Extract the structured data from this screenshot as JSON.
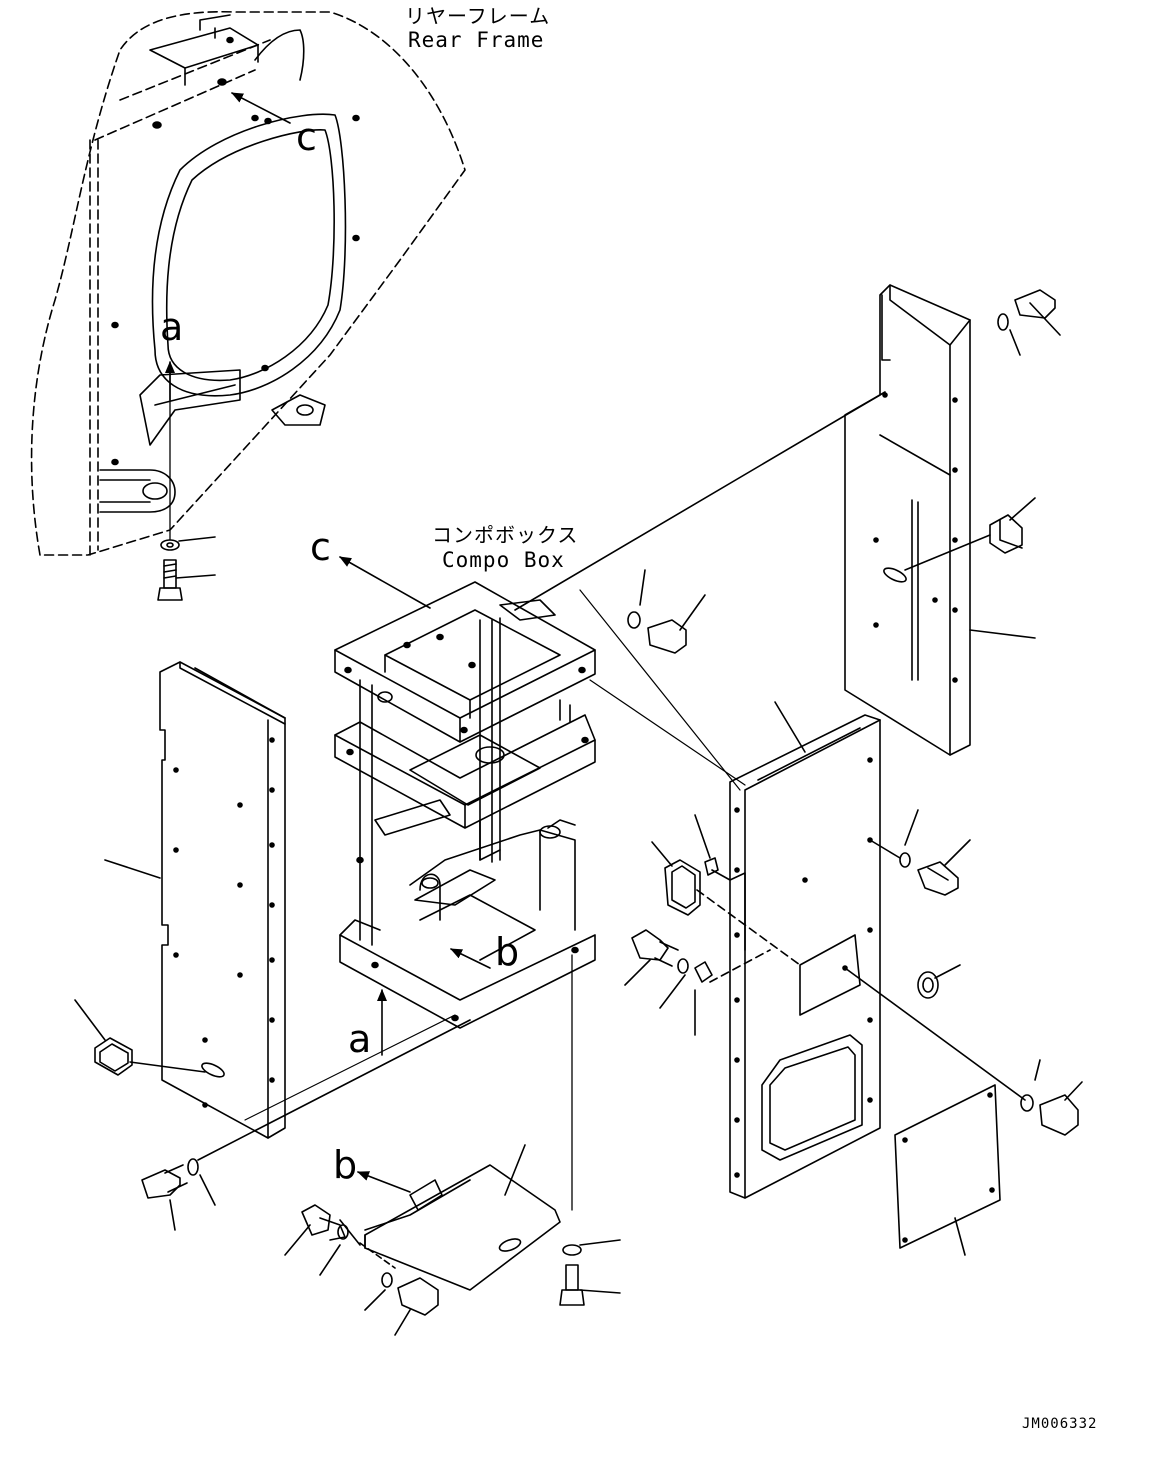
{
  "labels": {
    "rear_frame_jp": "リヤーフレーム",
    "rear_frame_en": "Rear Frame",
    "compo_box_jp": "コンポボックス",
    "compo_box_en": "Compo Box",
    "drawing_code": "JM006332"
  },
  "view_marks": {
    "a": "a",
    "b": "b",
    "c": "c"
  }
}
